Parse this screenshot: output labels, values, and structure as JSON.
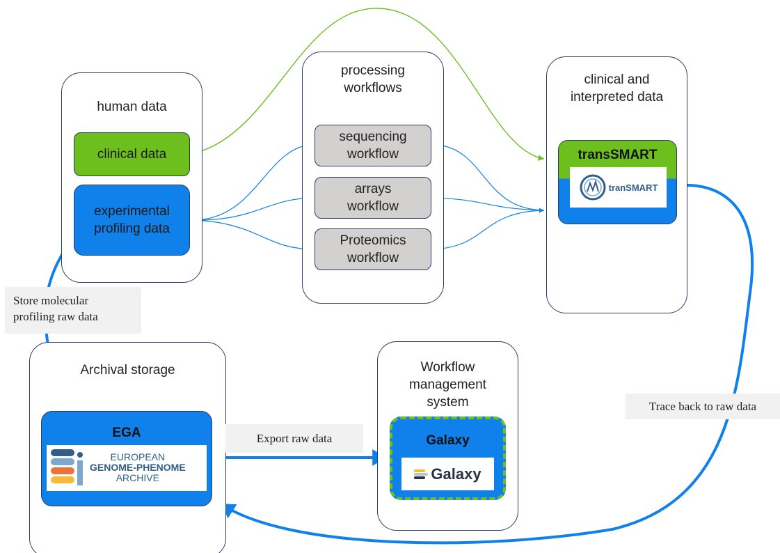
{
  "groups": {
    "human_data": {
      "title": "human data"
    },
    "processing": {
      "title": "processing\nworkflows"
    },
    "clinical": {
      "title": "clinical and\ninterpreted data"
    },
    "archival": {
      "title": "Archival storage"
    },
    "wfms": {
      "title": "Workflow\nmanagement\nsystem"
    }
  },
  "nodes": {
    "clinical_data": "clinical data",
    "experimental": "experimental\nprofiling data",
    "sequencing": "sequencing\nworkflow",
    "arrays": "arrays\nworkflow",
    "proteomics": "Proteomics\nworkflow",
    "transmart": "transSMART",
    "ega": "EGA",
    "galaxy": "Galaxy"
  },
  "logos": {
    "transmart": "tranSMART",
    "ega": [
      "EUROPEAN",
      "GENOME-PHENOME",
      "ARCHIVE"
    ],
    "galaxy": "Galaxy"
  },
  "labels": {
    "store": "Store molecular\nprofiling raw data",
    "export": "Export raw data",
    "trace": "Trace back to raw data"
  },
  "colors": {
    "green": "#6cbf1d",
    "blue": "#1081ea",
    "grey": "#d3d0d0",
    "border": "#2b3a67"
  }
}
